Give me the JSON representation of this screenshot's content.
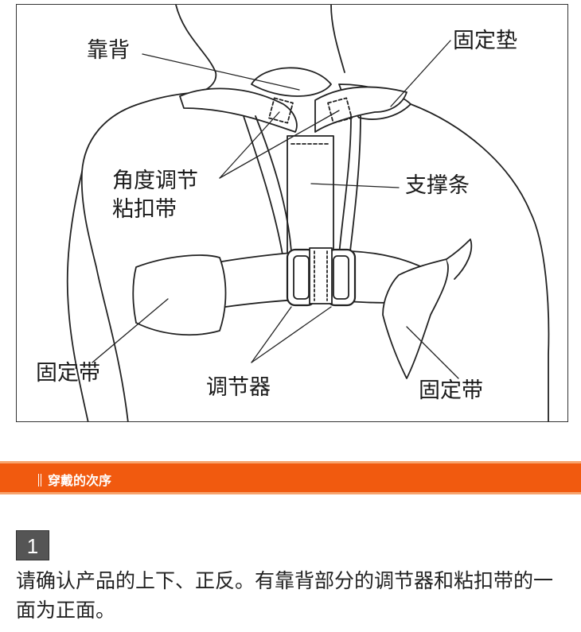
{
  "diagram": {
    "labels": {
      "back_pad": "靠背",
      "fixing_pad": "固定垫",
      "angle_velcro_line1": "角度调节",
      "angle_velcro_line2": "粘扣带",
      "support_strip": "支撑条",
      "fixing_strap_left": "固定带",
      "adjuster": "调节器",
      "fixing_strap_right": "固定带"
    }
  },
  "section": {
    "title": "穿戴的次序"
  },
  "step": {
    "number": "1",
    "text": "请确认产品的上下、正反。有靠背部分的调节器和粘扣带的一面为正面。"
  }
}
